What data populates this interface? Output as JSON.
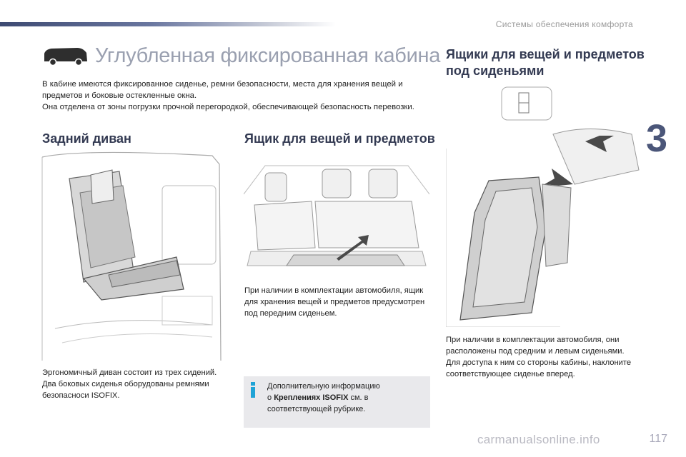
{
  "header": {
    "section_title": "Системы обеспечения комфорта",
    "chapter_number": "3"
  },
  "main": {
    "title": "Углубленная фиксированная кабина",
    "intro": [
      "В кабине имеются фиксированное сиденье, ремни безопасности, места для хранения вещей и предметов и боковые остекленные окна.",
      "Она отделена от зоны погрузки прочной перегородкой, обеспечивающей безопасность перевозки."
    ]
  },
  "rear_bench": {
    "heading": "Задний диван",
    "text": [
      "Эргономичный диван состоит из трех сидений.",
      "Два боковых сиденья оборудованы ремнями безопасноси ISOFIX."
    ]
  },
  "storage_box": {
    "heading": "Ящик для вещей и предметов",
    "text": "При наличии в комплектации автомобиля, ящик для хранения вещей и предметов предусмотрен под передним сиденьем."
  },
  "info": {
    "line1": "Дополнительную информацию",
    "prefix": "о ",
    "bold": "Креплениях ISOFIX",
    "suffix": " см. в соответствующей рубрике."
  },
  "under_seat": {
    "heading": "Ящики для вещей и предметов под сиденьями",
    "text": [
      "При наличии в комплектации автомобиля, они расположены под средним и левым сиденьями.",
      "Для доступа к ним со стороны кабины, наклоните соответствующее сиденье вперед."
    ]
  },
  "footer": {
    "page_number": "117",
    "watermark": "carmanualsonline.info"
  },
  "colors": {
    "accent": "#4b5679",
    "title_gray": "#9aa0b0",
    "info_bg": "#e9e9ec",
    "arrow": "#4a4a4a"
  },
  "icons": [
    "van-icon",
    "info-icon",
    "arrow-icon"
  ]
}
